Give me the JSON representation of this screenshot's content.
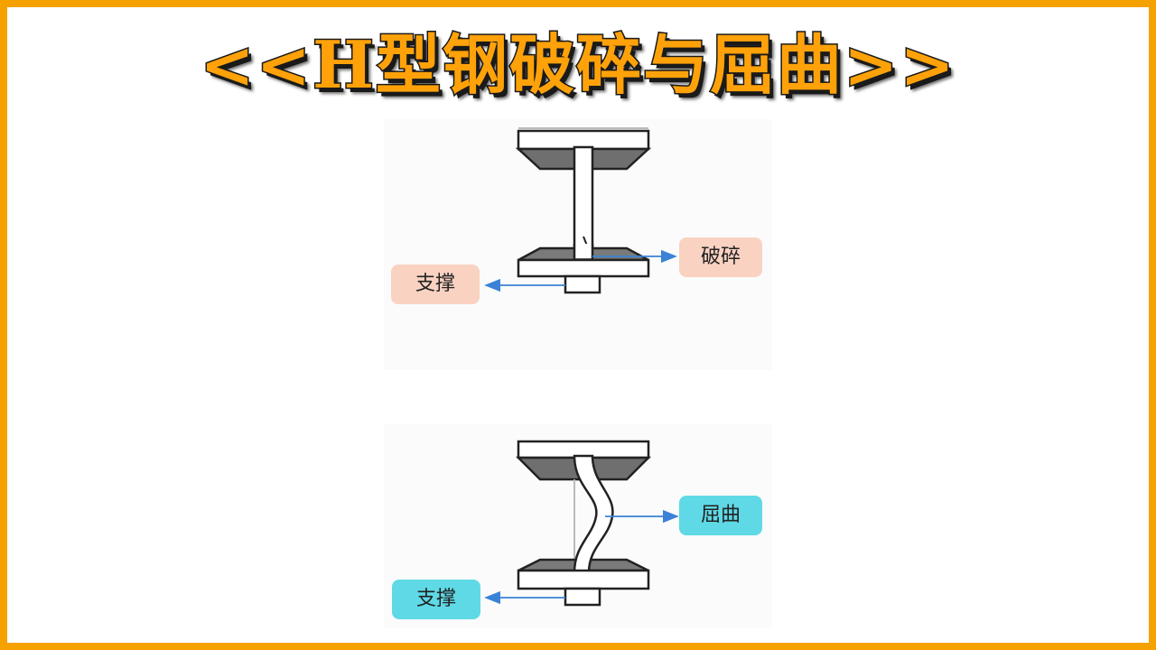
{
  "title": "<<H型钢破碎与屈曲>>",
  "diagrams": [
    {
      "id": "fracture",
      "labels": {
        "failure": "破碎",
        "support": "支撑"
      },
      "label_color": "#f9d2c2"
    },
    {
      "id": "buckling",
      "labels": {
        "failure": "屈曲",
        "support": "支撑"
      },
      "label_color": "#5fd9e6"
    }
  ],
  "colors": {
    "border": "#f5a100",
    "title_fill": "#ffa20a",
    "title_outline": "#1a1a1a",
    "arrow": "#3b82d6",
    "flange_shade": "#6f6f6f"
  },
  "icons": [
    "h-beam-fracture-diagram",
    "h-beam-buckling-diagram",
    "arrow-icon"
  ]
}
